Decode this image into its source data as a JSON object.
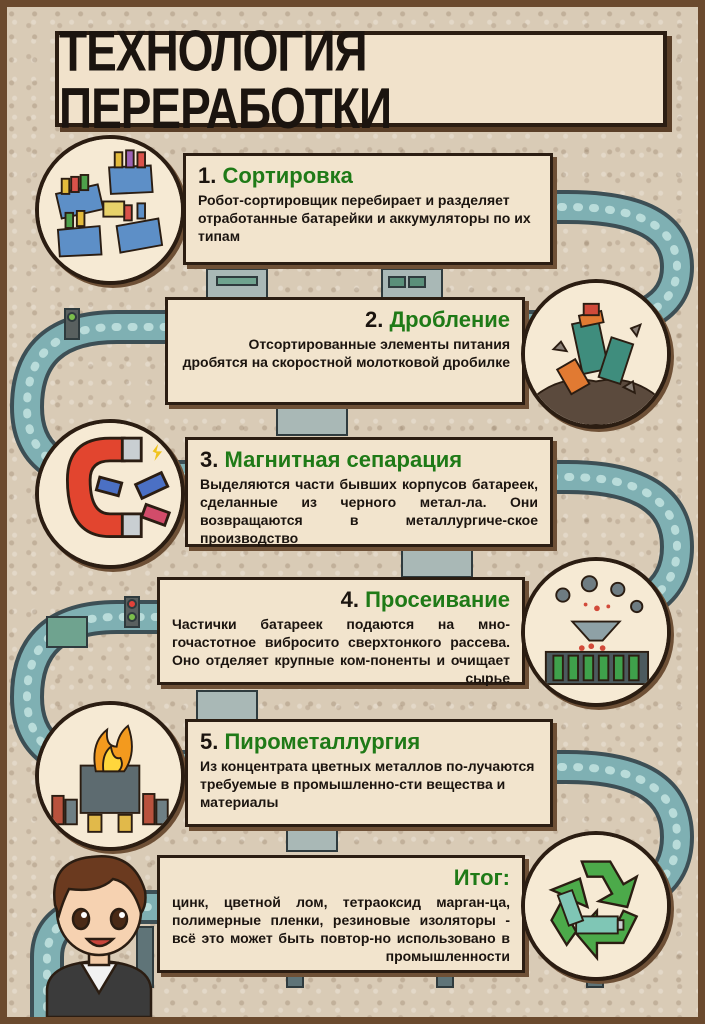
{
  "title": "ТЕХНОЛОГИЯ ПЕРЕРАБОТКИ",
  "steps": [
    {
      "num": "1.",
      "name": "Сортировка",
      "text": "Робот-сортировщик перебирает и разделяет отработанные батарейки и аккумуляторы по их типам",
      "icon": "sorting-bins-icon"
    },
    {
      "num": "2.",
      "name": "Дробление",
      "text": "Отсортированные элементы питания дробятся на скоростной молотковой дробилке",
      "icon": "crushed-batteries-icon"
    },
    {
      "num": "3.",
      "name": "Магнитная сепарация",
      "text": "Выделяются части бывших корпусов батареек, сделанные из черного метал-ла. Они возвращаются в металлургиче-ское производство",
      "icon": "magnet-icon"
    },
    {
      "num": "4.",
      "name": "Просеивание",
      "text": "Частички батареек подаются на мно-гочастотное вибросито сверхтонкого рассева. Оно отделяет крупные ком-поненты и очищает сырье",
      "icon": "sieve-icon"
    },
    {
      "num": "5.",
      "name": "Пирометаллургия",
      "text": "Из концентрата цветных металлов по-лучаются требуемые в промышленно-сти вещества и материалы",
      "icon": "furnace-icon"
    }
  ],
  "summary": {
    "name": "Итог:",
    "text": "цинк, цветной лом, тетраоксид марган-ца, полимерные пленки, резиновые изоляторы - всё это может быть повтор-но использовано в промышленности",
    "icon": "recycle-batteries-icon"
  },
  "colors": {
    "accent_green": "#1f7a17",
    "panel": "#f2e4cd",
    "border": "#2b1d12",
    "frame": "#6b4a2e"
  }
}
